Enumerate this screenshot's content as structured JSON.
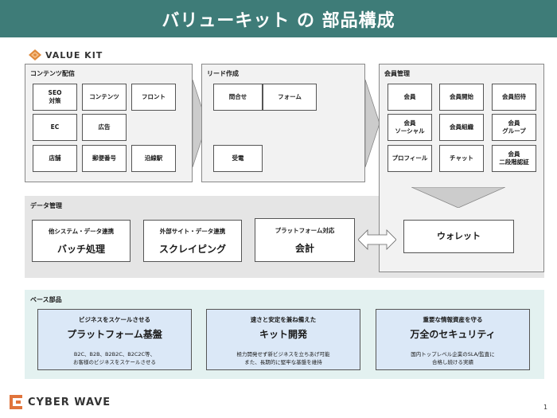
{
  "header": {
    "title": "バリューキット の 部品構成"
  },
  "brand": {
    "name": "VALUE KIT",
    "accent": "#e08a3c"
  },
  "content_delivery": {
    "title": "コンテンツ配信",
    "items": [
      "SEO\n対策",
      "コンテンツ",
      "フロント",
      "EC",
      "広告",
      "店舗",
      "郵便番号",
      "沿線駅"
    ]
  },
  "lead": {
    "title": "リード作成",
    "items": [
      "問合せ",
      "フォーム",
      "受電"
    ]
  },
  "member": {
    "title": "会員管理",
    "items": [
      "会員",
      "会員開始",
      "会員招待",
      "会員\nソーシャル",
      "会員組織",
      "会員\nグループ",
      "プロフィール",
      "チャット",
      "会員\n二段階認証"
    ]
  },
  "data_mgmt": {
    "title": "データ管理",
    "boxes": [
      {
        "sub": "他システム・データ連携",
        "main": "バッチ処理"
      },
      {
        "sub": "外部サイト・データ連携",
        "main": "スクレイピング"
      },
      {
        "sub": "プラットフォーム対応",
        "main": "会計"
      }
    ],
    "wallet": "ウォレット"
  },
  "base": {
    "title": "ベース部品",
    "boxes": [
      {
        "sub": "ビジネスをスケールさせる",
        "main": "プラットフォーム基盤",
        "desc": "B2C、B2B、B2B2C、B2C2C等、\nお客様のビジネスをスケールさせる"
      },
      {
        "sub": "速さと安定を兼ね備えた",
        "main": "キット開発",
        "desc": "極力開発せず新ビジネスを立ちあげ可能\nまた、長期的に堅牢な基盤を維持"
      },
      {
        "sub": "重要な情報資産を守る",
        "main": "万全のセキュリティ",
        "desc": "国内トップレベル企業のSLA/監査に\n合格し続ける実績"
      }
    ]
  },
  "footer": {
    "company": "CYBER WAVE",
    "page": "1",
    "accent": "#e0743c"
  },
  "colors": {
    "header_bg": "#3e7c78",
    "base_band": "#e3f1f0",
    "base_box": "#dbe8f7",
    "gray_band": "#e5e5e5"
  }
}
